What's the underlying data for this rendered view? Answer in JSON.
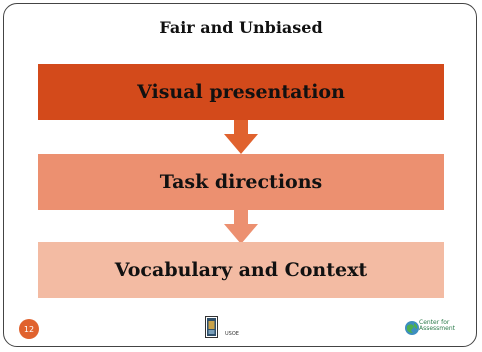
{
  "title": "Fair and Unbiased",
  "steps": [
    {
      "label": "Visual presentation",
      "color": "#d34a1b"
    },
    {
      "label": "Task directions",
      "color": "#ec9070"
    },
    {
      "label": "Vocabulary and Context",
      "color": "#f3bba3"
    }
  ],
  "arrow_color": "#e0622e",
  "footer": {
    "page_number": "12",
    "left_text": "USOE",
    "logo_line1": "Center for",
    "logo_line2": "Assessment"
  }
}
